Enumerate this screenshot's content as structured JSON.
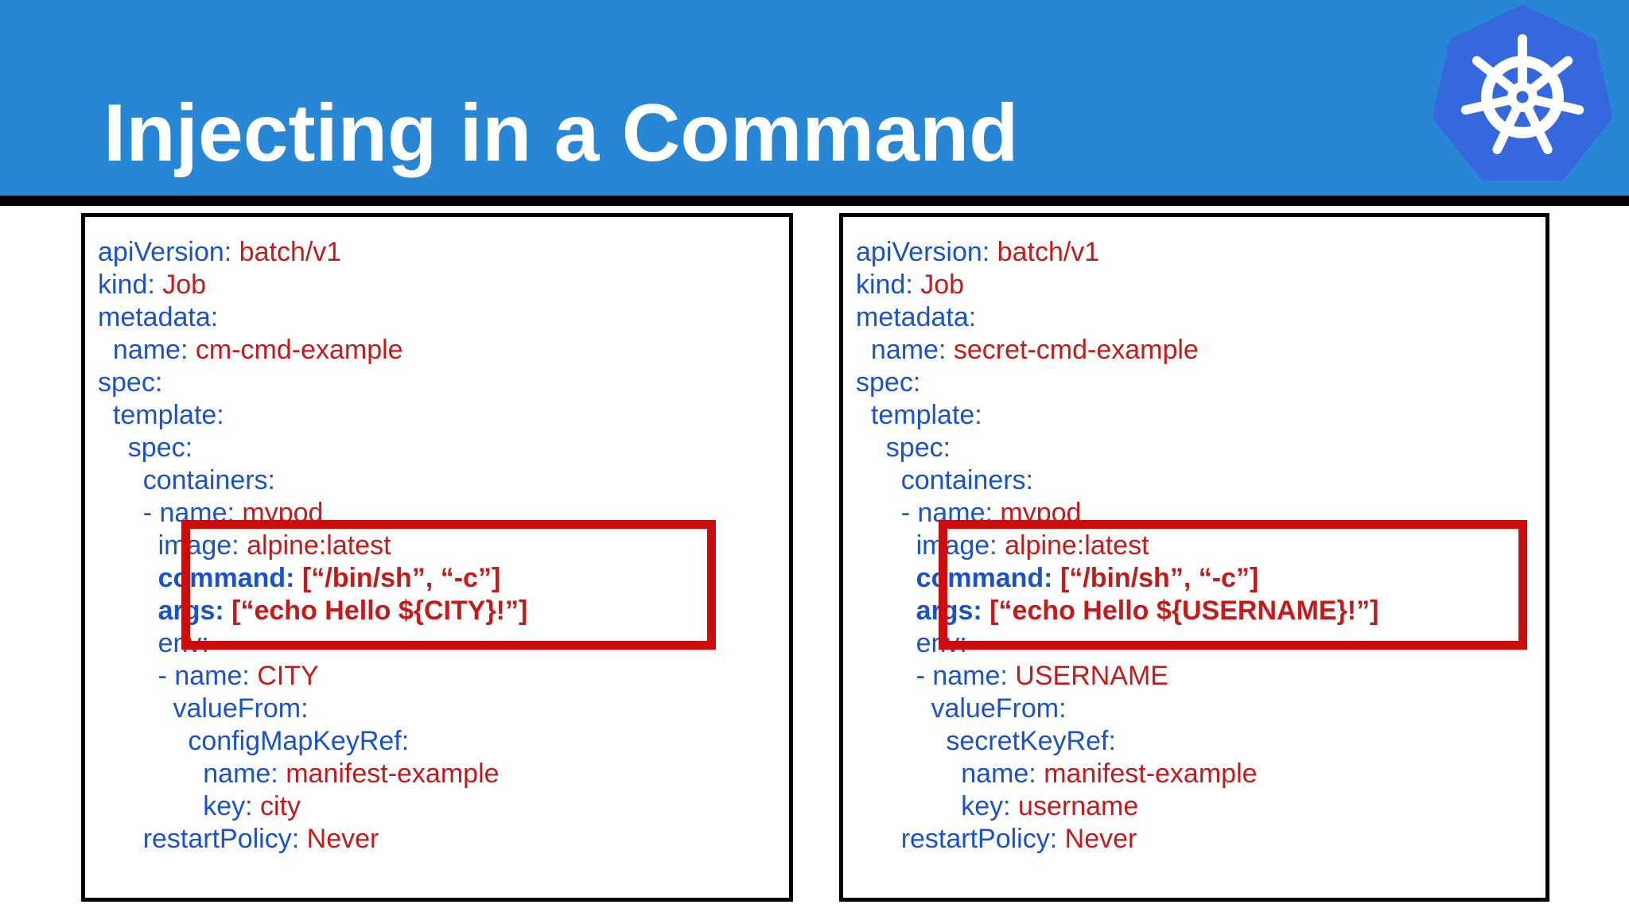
{
  "slide": {
    "title": "Injecting in a Command"
  },
  "colors": {
    "header_blue": "#2787d5",
    "logo_blue": "#3767dc",
    "key_blue": "#1a53c9",
    "value_red": "#c51a1a",
    "highlight_red": "#cb0d0d",
    "divider_black": "#000000",
    "panel_bg": "#ffffff"
  },
  "logo": {
    "label": "kubernetes-logo"
  },
  "panels": [
    {
      "name": "configmap-command-manifest",
      "lines": [
        {
          "indent": 0,
          "key": "apiVersion:",
          "value": "batch/v1"
        },
        {
          "indent": 0,
          "key": "kind:",
          "value": "Job"
        },
        {
          "indent": 0,
          "key": "metadata:"
        },
        {
          "indent": 1,
          "key": "name:",
          "value": "cm-cmd-example"
        },
        {
          "indent": 0,
          "key": "spec:"
        },
        {
          "indent": 1,
          "key": "template:"
        },
        {
          "indent": 2,
          "key": "spec:"
        },
        {
          "indent": 3,
          "key": "containers:"
        },
        {
          "indent": 3,
          "dash": true,
          "key": "name:",
          "value": "mypod"
        },
        {
          "indent": 4,
          "key": "image:",
          "value": "alpine:latest"
        },
        {
          "indent": 4,
          "key": "command:",
          "value": "[“/bin/sh”, “-c”]",
          "bold": true
        },
        {
          "indent": 4,
          "key": "args:",
          "value": "[“echo Hello ${CITY}!”]",
          "bold": true
        },
        {
          "indent": 4,
          "key": "env:"
        },
        {
          "indent": 4,
          "dash": true,
          "key": "name:",
          "value": "CITY"
        },
        {
          "indent": 5,
          "key": "valueFrom:"
        },
        {
          "indent": 6,
          "key": "configMapKeyRef:"
        },
        {
          "indent": 7,
          "key": "name:",
          "value": "manifest-example"
        },
        {
          "indent": 7,
          "key": "key:",
          "value": "city"
        },
        {
          "indent": 3,
          "key": "restartPolicy:",
          "value": "Never"
        }
      ]
    },
    {
      "name": "secret-command-manifest",
      "lines": [
        {
          "indent": 0,
          "key": "apiVersion:",
          "value": "batch/v1"
        },
        {
          "indent": 0,
          "key": "kind:",
          "value": "Job"
        },
        {
          "indent": 0,
          "key": "metadata:"
        },
        {
          "indent": 1,
          "key": "name:",
          "value": "secret-cmd-example"
        },
        {
          "indent": 0,
          "key": "spec:"
        },
        {
          "indent": 1,
          "key": "template:"
        },
        {
          "indent": 2,
          "key": "spec:"
        },
        {
          "indent": 3,
          "key": "containers:"
        },
        {
          "indent": 3,
          "dash": true,
          "key": "name:",
          "value": "mypod"
        },
        {
          "indent": 4,
          "key": "image:",
          "value": "alpine:latest"
        },
        {
          "indent": 4,
          "key": "command:",
          "value": "[“/bin/sh”, “-c”]",
          "bold": true
        },
        {
          "indent": 4,
          "key": "args:",
          "value": "[“echo Hello ${USERNAME}!”]",
          "bold": true
        },
        {
          "indent": 4,
          "key": "env:"
        },
        {
          "indent": 4,
          "dash": true,
          "key": "name:",
          "value": "USERNAME"
        },
        {
          "indent": 5,
          "key": "valueFrom:"
        },
        {
          "indent": 6,
          "key": "secretKeyRef:"
        },
        {
          "indent": 7,
          "key": "name:",
          "value": "manifest-example"
        },
        {
          "indent": 7,
          "key": "key:",
          "value": "username"
        },
        {
          "indent": 3,
          "key": "restartPolicy:",
          "value": "Never"
        }
      ]
    }
  ]
}
